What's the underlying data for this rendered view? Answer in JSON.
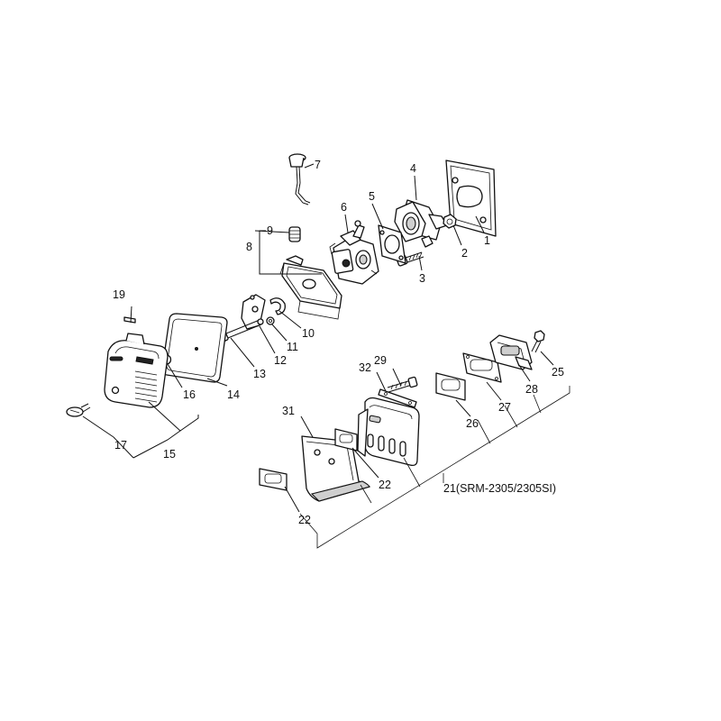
{
  "callouts": {
    "c1": "1",
    "c2": "2",
    "c3": "3",
    "c4": "4",
    "c5": "5",
    "c6": "6",
    "c7": "7",
    "c8": "8",
    "c9": "9",
    "c10": "10",
    "c11": "11",
    "c12": "12",
    "c13": "13",
    "c14": "14",
    "c15": "15",
    "c16": "16",
    "c17": "17",
    "c19": "19",
    "c21": "21(SRM-2305/2305SI)",
    "c22a": "22",
    "c22b": "22",
    "c25": "25",
    "c26": "26",
    "c27": "27",
    "c28": "28",
    "c29": "29",
    "c31": "31",
    "c32": "32"
  }
}
